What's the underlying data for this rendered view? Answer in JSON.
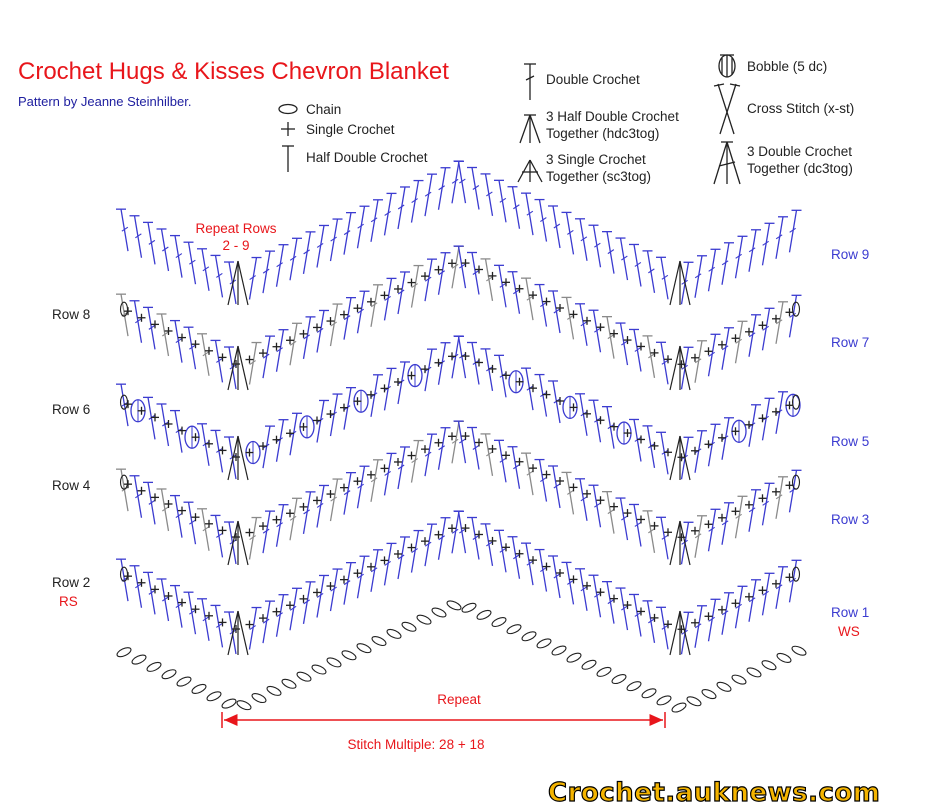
{
  "title": "Crochet Hugs & Kisses Chevron Blanket",
  "author": "Pattern by Jeanne Steinhilber.",
  "legend": {
    "chain": "Chain",
    "single_crochet": "Single Crochet",
    "half_double_crochet": "Half Double Crochet",
    "double_crochet": "Double Crochet",
    "hdc3tog_line1": "3 Half Double Crochet",
    "hdc3tog_line2": "Together (hdc3tog)",
    "sc3tog_line1": "3 Single Crochet",
    "sc3tog_line2": "Together (sc3tog)",
    "bobble": "Bobble (5 dc)",
    "cross_stitch": "Cross Stitch (x-st)",
    "dc3tog_line1": "3 Double Crochet",
    "dc3tog_line2": "Together (dc3tog)"
  },
  "repeat_rows_line1": "Repeat Rows",
  "repeat_rows_line2": "2 - 9",
  "rows_left": {
    "row8": "Row 8",
    "row6": "Row 6",
    "row4": "Row 4",
    "row2": "Row 2",
    "rs": "RS"
  },
  "rows_right": {
    "row9": "Row 9",
    "row7": "Row 7",
    "row5": "Row 5",
    "row3": "Row 3",
    "row1": "Row 1",
    "ws": "WS"
  },
  "repeat_label": "Repeat",
  "stitch_multiple": "Stitch Multiple: 28 + 18",
  "watermark": "Crochet.auknews.com",
  "colors": {
    "title": "#e8161b",
    "author": "#2020a0",
    "row_odd": "#3b3bd0",
    "row_even": "#222222",
    "gray_stitch": "#8a8a8a",
    "watermark_fill": "#f4b400"
  }
}
